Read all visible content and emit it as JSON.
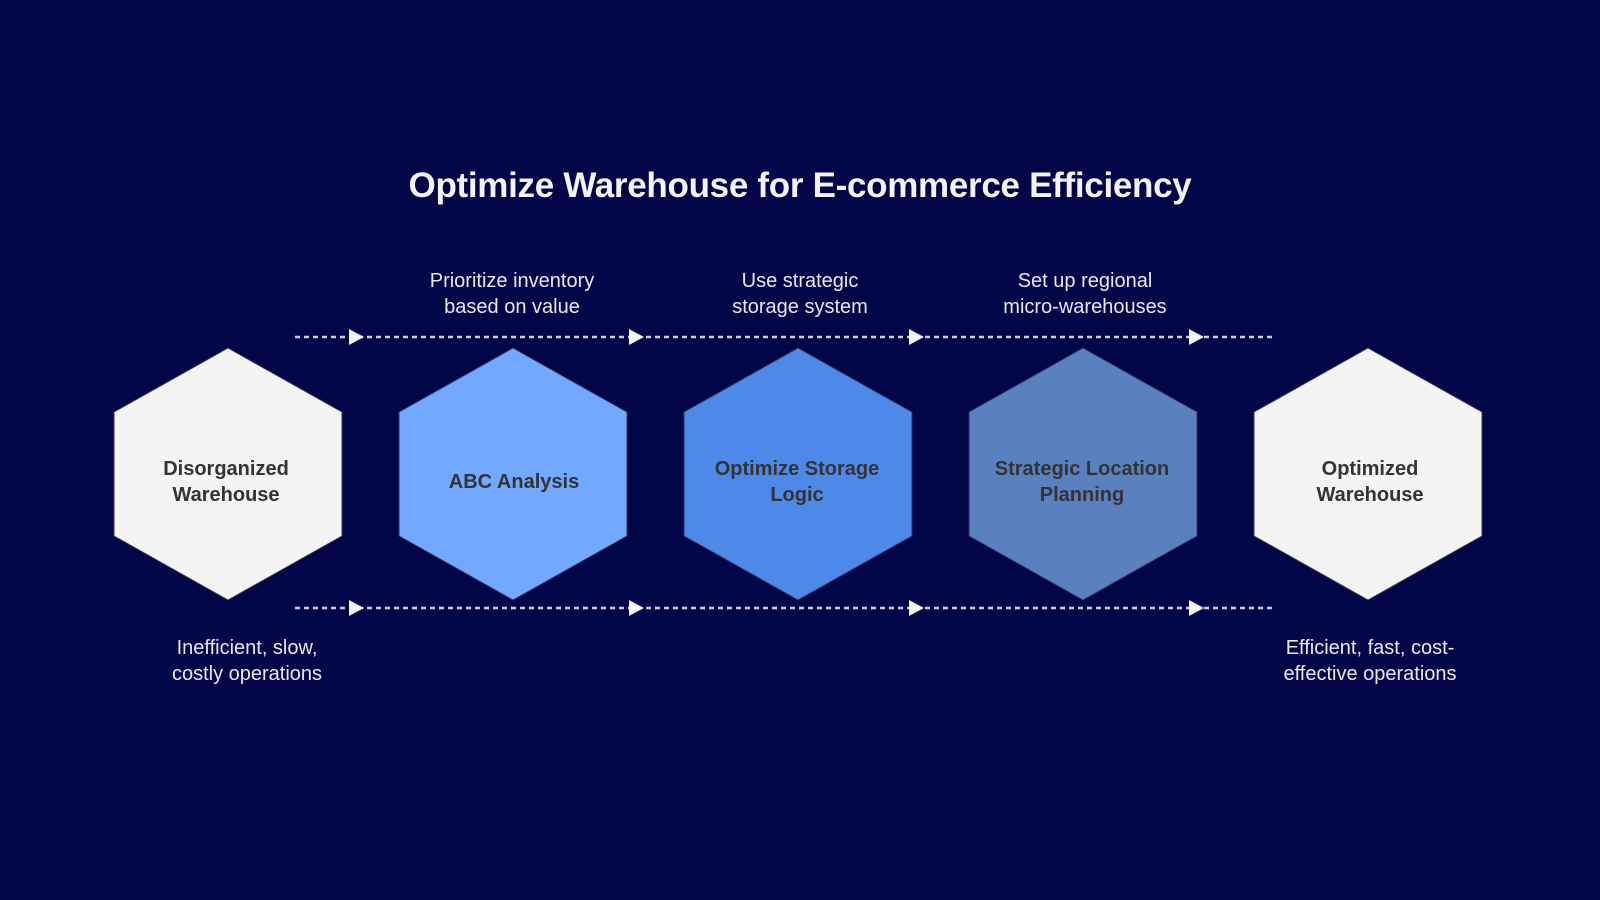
{
  "title": "Optimize Warehouse for E-commerce Efficiency",
  "colors": {
    "background": "#020548",
    "start_end_fill": "#f4f4f4",
    "step1_fill": "#72a8fd",
    "step2_fill": "#4e89ea",
    "step3_fill": "#5b80c0",
    "label_text": "#333333",
    "caption_text": "#e6e8f2",
    "connector": "#c9cbe0"
  },
  "nodes": [
    {
      "id": "start",
      "label_line1": "Disorganized",
      "label_line2": "Warehouse"
    },
    {
      "id": "step1",
      "label_line1": "ABC Analysis",
      "label_line2": ""
    },
    {
      "id": "step2",
      "label_line1": "Optimize Storage",
      "label_line2": "Logic"
    },
    {
      "id": "step3",
      "label_line1": "Strategic Location",
      "label_line2": "Planning"
    },
    {
      "id": "end",
      "label_line1": "Optimized",
      "label_line2": "Warehouse"
    }
  ],
  "top_captions": [
    {
      "for": "step1",
      "line1": "Prioritize inventory",
      "line2": "based on value"
    },
    {
      "for": "step2",
      "line1": "Use strategic",
      "line2": "storage system"
    },
    {
      "for": "step3",
      "line1": "Set up regional",
      "line2": "micro-warehouses"
    }
  ],
  "bottom_captions": [
    {
      "for": "start",
      "line1": "Inefficient, slow,",
      "line2": "costly operations"
    },
    {
      "for": "end",
      "line1": "Efficient, fast, cost-",
      "line2": "effective operations"
    }
  ],
  "connectors": {
    "top_line": {
      "icon": "arrow-right-icon",
      "count": 4
    },
    "bottom_line": {
      "icon": "arrow-right-icon",
      "count": 4
    }
  }
}
